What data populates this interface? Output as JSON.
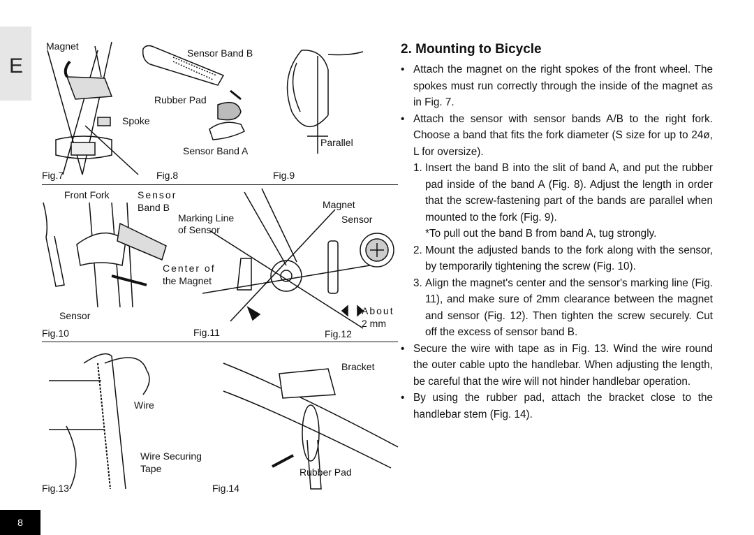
{
  "lang_tab": "E",
  "page_number": "8",
  "figures": {
    "fig7": {
      "caption": "Fig.7",
      "magnet": "Magnet",
      "spoke": "Spoke"
    },
    "fig8": {
      "caption": "Fig.8",
      "sensor_band_b": "Sensor Band B",
      "rubber_pad": "Rubber Pad",
      "sensor_band_a": "Sensor Band A"
    },
    "fig9": {
      "caption": "Fig.9",
      "parallel": "Parallel"
    },
    "fig10": {
      "caption": "Fig.10",
      "front_fork": "Front Fork",
      "sensor_band_b_1": "Sensor",
      "sensor_band_b_2": "Band B",
      "sensor": "Sensor"
    },
    "fig11": {
      "caption": "Fig.11",
      "marking_line_1": "Marking Line",
      "marking_line_2": "of Sensor",
      "center_1": "Center of",
      "center_2": "the Magnet"
    },
    "fig12": {
      "caption": "Fig.12",
      "magnet": "Magnet",
      "sensor": "Sensor",
      "about": "About",
      "distance": "2 mm"
    },
    "fig13": {
      "caption": "Fig.13",
      "wire": "Wire",
      "wire_tape_1": "Wire Securing",
      "wire_tape_2": "Tape"
    },
    "fig14": {
      "caption": "Fig.14",
      "bracket": "Bracket",
      "rubber_pad": "Rubber Pad"
    }
  },
  "section": {
    "title": "2. Mounting to Bicycle",
    "bullet1": "Attach the magnet on the right spokes of the front wheel. The spokes must run correctly through the inside of the magnet as in Fig. 7.",
    "bullet2": "Attach the sensor with sensor bands A/B to the right fork. Choose a band that fits the fork diameter (S size for up to 24ø, L for oversize).",
    "steps": [
      {
        "num": "1.",
        "text": "Insert the band B into the slit of band A, and put the rubber pad inside of the band A (Fig. 8). Adjust the length in order that the screw-fastening part of the bands are parallel when mounted to the fork (Fig. 9)."
      },
      {
        "num": "2.",
        "text": "Mount the adjusted bands to the fork along with the sensor, by temporarily tightening the screw (Fig. 10)."
      },
      {
        "num": "3.",
        "text": "Align the magnet's center and the sensor's marking line (Fig. 11), and make sure of 2mm clearance between the magnet and sensor (Fig. 12). Then tighten the screw securely. Cut off the excess of sensor band B."
      }
    ],
    "note": "*To pull out the band B from band A, tug strongly.",
    "bullet3": "Secure the wire with tape as in Fig. 13. Wind the wire round the outer cable upto the handlebar. When adjusting the length, be careful that the wire will not hinder handlebar operation.",
    "bullet4": "By using the rubber pad, attach the bracket close to the handlebar stem (Fig. 14)."
  }
}
